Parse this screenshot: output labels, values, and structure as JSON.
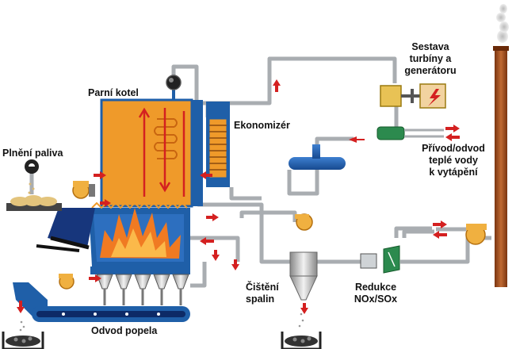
{
  "labels": {
    "parni_kotel": "Parní kotel",
    "ekonomizer": "Ekonomizér",
    "plneni_paliva": "Plnění paliva",
    "turbina_1": "Sestava",
    "turbina_2": "turbíny a",
    "turbina_3": "generátoru",
    "privod_1": "Přívod/odvod",
    "privod_2": "teplé vody",
    "privod_3": "k vytápění",
    "cisteni_1": "Čištění",
    "cisteni_2": "spalin",
    "redukce_1": "Redukce",
    "redukce_2": "NOx/SOx",
    "odvod_popela": "Odvod popela"
  },
  "colors": {
    "boiler": "#f0a030",
    "steel_blue": "#1f5fa8",
    "dark_blue": "#16357a",
    "pipe": "#b0b4b8",
    "arrow": "#d42020",
    "flame": "#f07020",
    "chimney": "#a0522d"
  }
}
